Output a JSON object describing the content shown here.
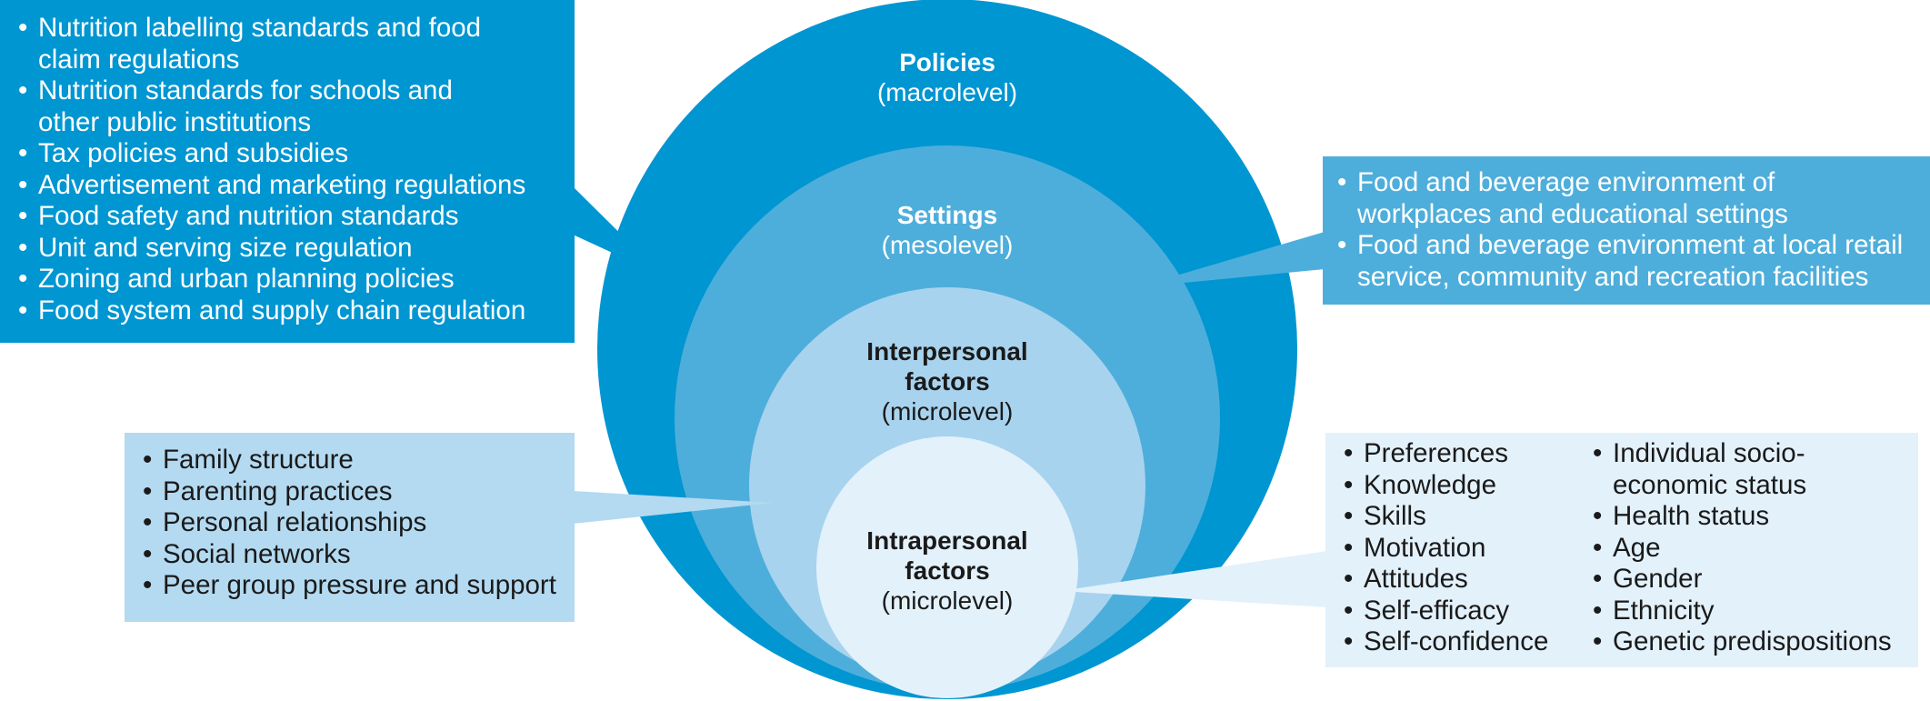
{
  "colors": {
    "policies": "#0096d2",
    "settings": "#4eaedb",
    "interpersonal": "#a8d3ee",
    "intrapersonal": "#e3f1fb",
    "interpersonal_box": "#b3daf1",
    "intrapersonal_box": "#e3f1fb"
  },
  "circles": {
    "policies": {
      "title": "Policies",
      "level": "(macrolevel)"
    },
    "settings": {
      "title": "Settings",
      "level": "(mesolevel)"
    },
    "interpersonal": {
      "title_line1": "Interpersonal",
      "title_line2": "factors",
      "level": "(microlevel)"
    },
    "intrapersonal": {
      "title_line1": "Intrapersonal",
      "title_line2": "factors",
      "level": "(microlevel)"
    }
  },
  "boxes": {
    "policies": [
      "Nutrition labelling standards and food",
      "claim regulations",
      "Nutrition standards for schools and",
      "other public institutions",
      "Tax policies and subsidies",
      "Advertisement and marketing regulations",
      "Food safety and nutrition standards",
      "Unit and serving size regulation",
      "Zoning and urban planning policies",
      "Food system and supply chain regulation"
    ],
    "settings": [
      "Food and beverage environment of",
      "workplaces and educational settings",
      "Food and beverage environment at local retail",
      "service, community and recreation facilities"
    ],
    "interpersonal": [
      "Family structure",
      "Parenting practices",
      "Personal relationships",
      "Social networks",
      "Peer group pressure and support"
    ],
    "intrapersonal_col1": [
      "Preferences",
      "Knowledge",
      "Skills",
      "Motivation",
      "Attitudes",
      "Self-efficacy",
      "Self-confidence"
    ],
    "intrapersonal_col2": [
      "Individual socio-",
      "economic status",
      "Health status",
      "Age",
      "Gender",
      "Ethnicity",
      "Genetic predispositions"
    ]
  }
}
